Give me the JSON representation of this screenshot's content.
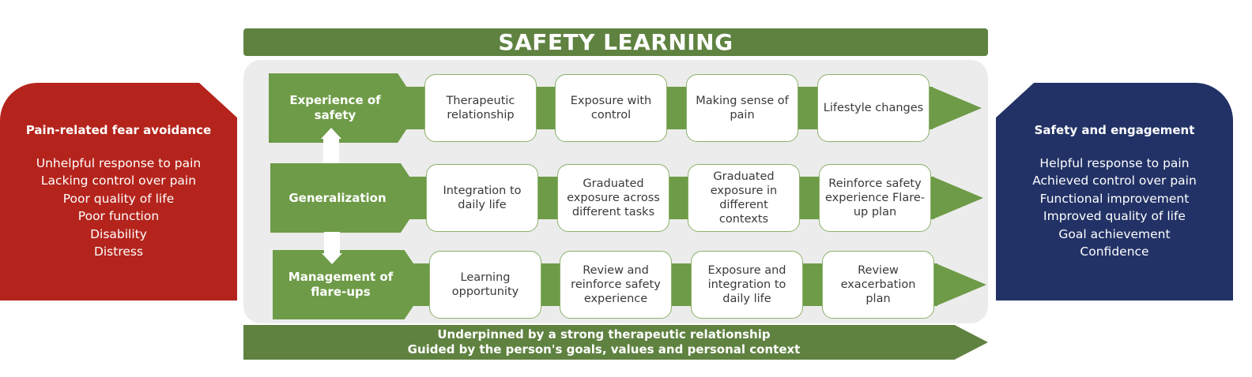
{
  "title": "SAFETY LEARNING",
  "left_panel": {
    "title": "Pain-related fear avoidance",
    "lines": [
      "Unhelpful response to pain",
      "Lacking control over pain",
      "Poor quality of life",
      "Poor function",
      "Disability",
      "Distress"
    ],
    "color": "#b4241c"
  },
  "right_panel": {
    "title": "Safety and engagement",
    "lines": [
      "Helpful response to pain",
      "Achieved control over pain",
      "Functional improvement",
      "Improved quality of life",
      "Goal achievement",
      "Confidence"
    ],
    "color": "#223266"
  },
  "rows": [
    {
      "label": "Experience of\nsafety",
      "boxes": [
        "Therapeutic relationship",
        "Exposure with control",
        "Making sense of pain",
        "Lifestyle changes"
      ]
    },
    {
      "label": "Generalization",
      "boxes": [
        "Integration to daily life",
        "Graduated exposure across different tasks",
        "Graduated exposure in different contexts",
        "Reinforce safety experience Flare-up plan"
      ]
    },
    {
      "label": "Management of\nflare-ups",
      "boxes": [
        "Learning opportunity",
        "Review and reinforce safety experience",
        "Exposure and integration to daily life",
        "Review exacerbation plan"
      ]
    }
  ],
  "footer": {
    "line1": "Underpinned by a strong therapeutic relationship",
    "line2": "Guided by the person's goals, values and personal context"
  },
  "colors": {
    "title_green": "#5f8240",
    "row_green": "#6e9b47",
    "box_border": "#8bb26a",
    "panel_grey": "#ececec"
  }
}
